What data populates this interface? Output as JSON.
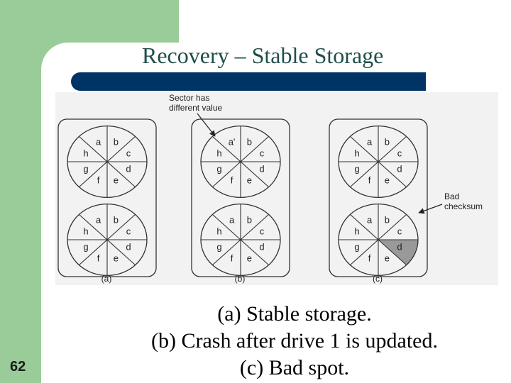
{
  "slide": {
    "title": "Recovery – Stable Storage",
    "number": "62",
    "caption_lines": [
      "(a) Stable storage.",
      "(b) Crash after drive 1 is updated.",
      "(c) Bad spot."
    ]
  },
  "figure": {
    "panel_labels": [
      "(a)",
      "(b)",
      "(c)"
    ],
    "disks": [
      {
        "panel": 0,
        "drive": 1,
        "sectors": [
          "a",
          "b",
          "c",
          "d",
          "e",
          "f",
          "g",
          "h"
        ],
        "bad_sector": null
      },
      {
        "panel": 0,
        "drive": 2,
        "sectors": [
          "a",
          "b",
          "c",
          "d",
          "e",
          "f",
          "g",
          "h"
        ],
        "bad_sector": null
      },
      {
        "panel": 1,
        "drive": 1,
        "sectors": [
          "a'",
          "b",
          "c",
          "d",
          "e",
          "f",
          "g",
          "h"
        ],
        "bad_sector": null
      },
      {
        "panel": 1,
        "drive": 2,
        "sectors": [
          "a",
          "b",
          "c",
          "d",
          "e",
          "f",
          "g",
          "h"
        ],
        "bad_sector": null
      },
      {
        "panel": 2,
        "drive": 1,
        "sectors": [
          "a",
          "b",
          "c",
          "d",
          "e",
          "f",
          "g",
          "h"
        ],
        "bad_sector": null
      },
      {
        "panel": 2,
        "drive": 2,
        "sectors": [
          "a",
          "b",
          "c",
          "d",
          "e",
          "f",
          "g",
          "h"
        ],
        "bad_sector": "d"
      }
    ],
    "annotations": {
      "sector_changed": [
        "Sector has",
        "different value"
      ],
      "bad_checksum": [
        "Bad",
        "checksum"
      ]
    },
    "colors": {
      "bad_sector_fill": "#999999",
      "background": "#f2f2f2"
    }
  }
}
